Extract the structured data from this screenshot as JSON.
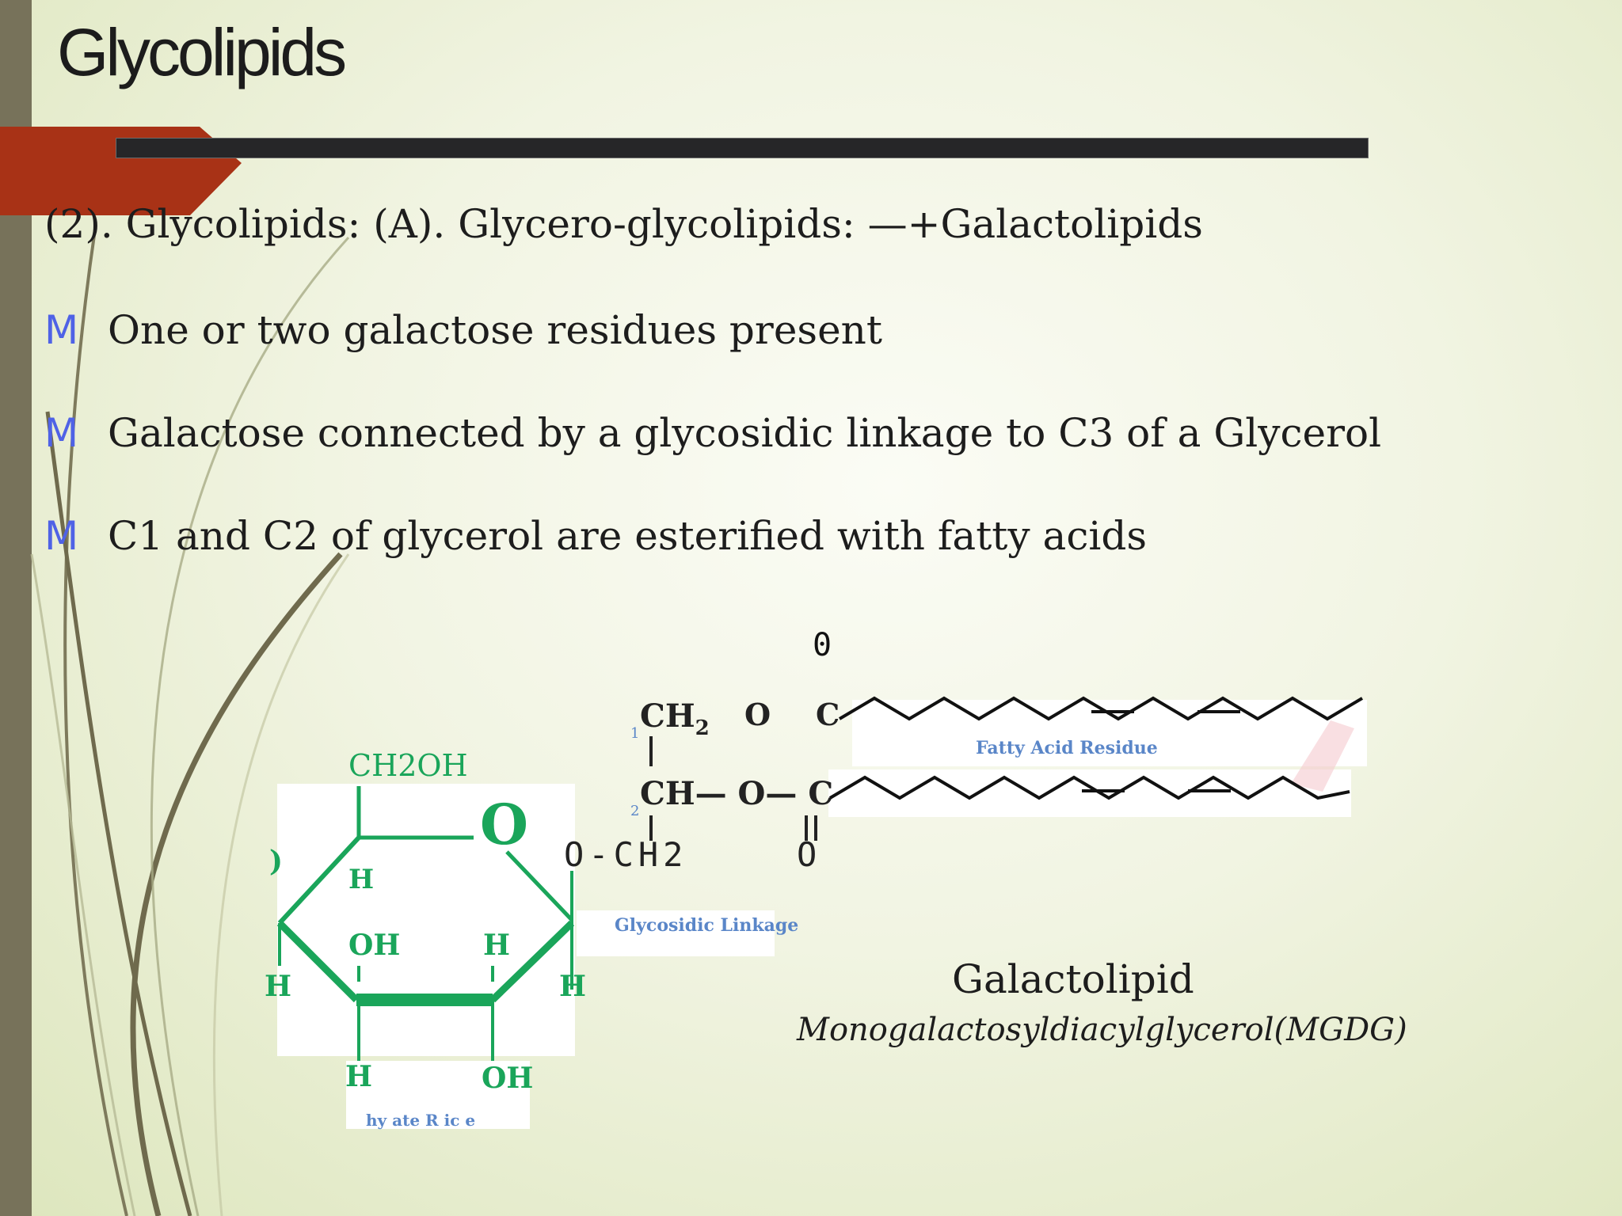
{
  "slide": {
    "title": "Glycolipids",
    "heading": "(2). Glycolipids: (A). Glycero-glycolipids: —+Galactolipids",
    "bullet_mark": "M",
    "bullets": [
      "One or two galactose residues present",
      "Galactose connected by a glycosidic linkage to C3 of a Glycerol",
      "C1  and C2 of glycerol are esterified with fatty acids"
    ]
  },
  "structure": {
    "galactose": {
      "ch2oh": "CH2OH",
      "ring_oxygen": "O",
      "o_ch2": "O-CH2",
      "h": "H",
      "oh": "OH",
      "edge_left": ")",
      "residue_label": "hy  ate R  ic  e"
    },
    "glycerol": {
      "ch2": "CH",
      "ch2_sub": "2",
      "ch": "CH— O— C",
      "o": "O",
      "c": "C",
      "carbon_1": "1",
      "carbon_2": "2",
      "carbonyl_top": "0",
      "carbonyl_bottom": "O"
    },
    "fatty_acid_label": "Fatty Acid Residue",
    "glycosidic_label": "Glycosidic Linkage",
    "name": "Galactolipid",
    "subname": "Monogalactosyldiacylglycerol(MGDG)"
  },
  "colors": {
    "bar": "#77725a",
    "accent_red": "#a83216",
    "bullet_blue": "#4f62e6",
    "sugar_green": "#1aa55a",
    "label_blue": "#5a86c8"
  }
}
